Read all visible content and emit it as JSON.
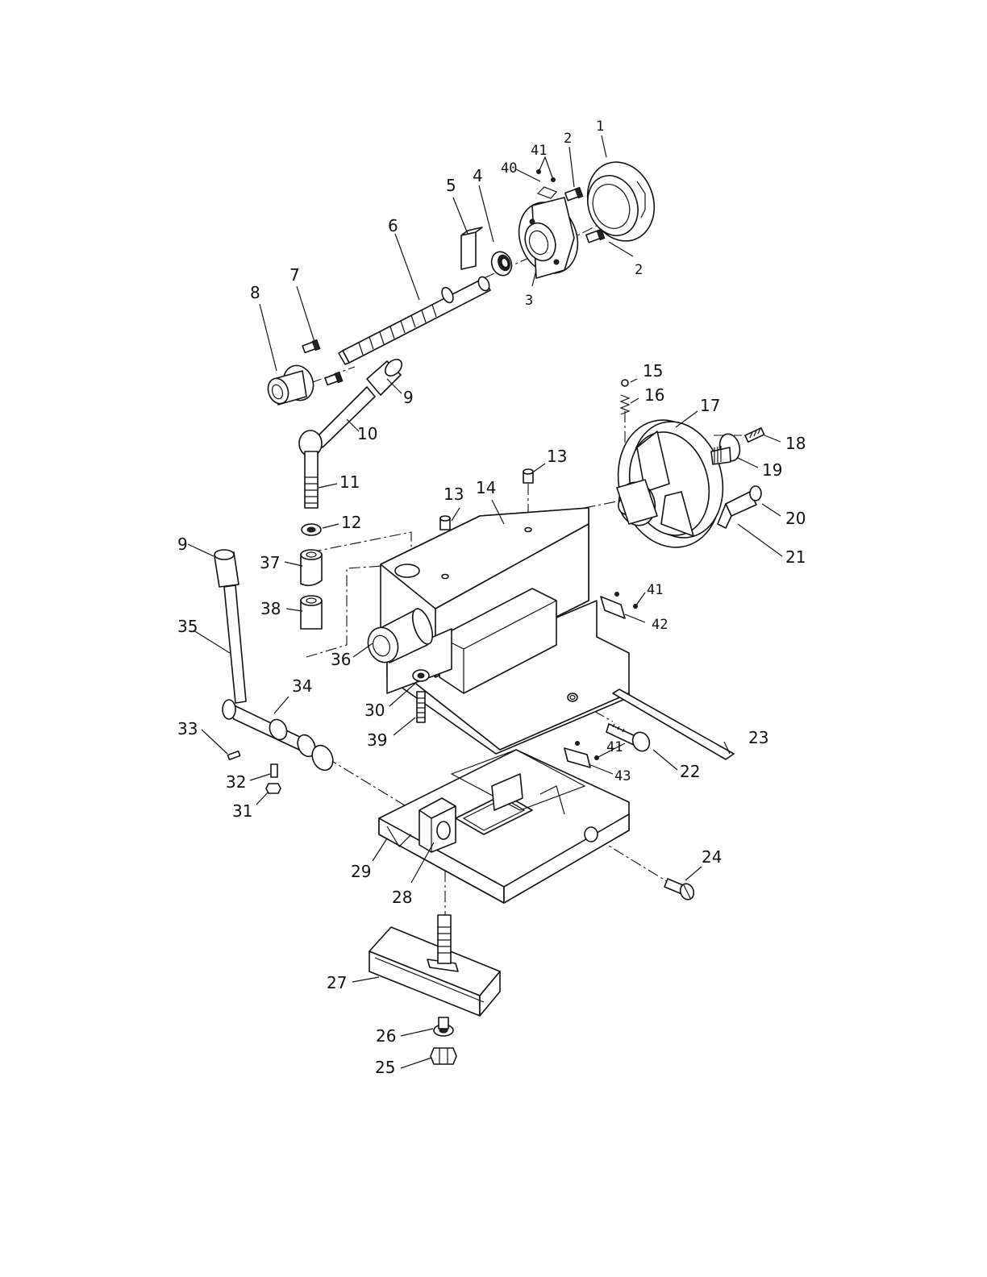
{
  "labels": {
    "p1": "1",
    "p2a": "2",
    "p2b": "2",
    "p3": "3",
    "p4": "4",
    "p5": "5",
    "p6": "6",
    "p7": "7",
    "p8": "8",
    "p9a": "9",
    "p9b": "9",
    "p10": "10",
    "p11": "11",
    "p12": "12",
    "p13a": "13",
    "p13b": "13",
    "p14": "14",
    "p15": "15",
    "p16": "16",
    "p17": "17",
    "p18": "18",
    "p19": "19",
    "p20": "20",
    "p21": "21",
    "p22": "22",
    "p23": "23",
    "p24": "24",
    "p25": "25",
    "p26": "26",
    "p27": "27",
    "p28": "28",
    "p29": "29",
    "p30": "30",
    "p31": "31",
    "p32": "32",
    "p33": "33",
    "p34": "34",
    "p35": "35",
    "p36": "36",
    "p37": "37",
    "p38": "38",
    "p39": "39",
    "p40": "40",
    "p41a": "41",
    "p41b": "41",
    "p41c": "41",
    "p42": "42",
    "p43": "43"
  }
}
